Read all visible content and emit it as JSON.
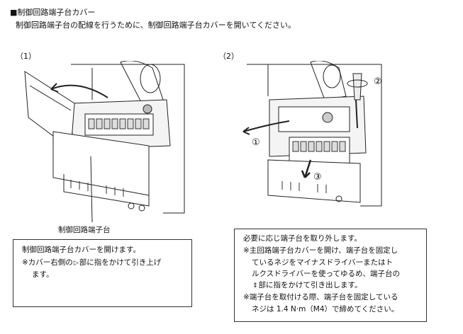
{
  "section": {
    "title": "■制御回路端子台カバー",
    "description": "制御回路端子台の配線を行うために、制御回路端子台カバーを開いてください。"
  },
  "steps": [
    {
      "label": "（1）"
    },
    {
      "label": "（2）"
    }
  ],
  "figure1": {
    "callout": "制御回路端子台"
  },
  "figure2": {
    "marker_1": "①",
    "marker_2": "②",
    "marker_3": "③"
  },
  "box1": {
    "line1": "制御回路端子台カバーを開けます。",
    "line2_a": "※カバー右側の",
    "line2_b": "部に指をかけて引き上げ",
    "line3": "ます。"
  },
  "box2": {
    "line1": "必要に応じ端子台を取り外します。",
    "line2": "※主回路端子台カバーを開け、端子台を固定し",
    "line3": "ているネジをマイナスドライバーまたはト",
    "line4": "ルクスドライバーを使ってゆるめ、端子台の",
    "line5_b": "部に指をかけて引き出します。",
    "line6": "※端子台を取付ける際、端子台を固定している",
    "line7": "ネジは 1.4 N·m（M4）で締めてください。"
  },
  "icons": {
    "finger_mark": "triangle-mark-icon",
    "updown_mark": "updown-arrow-mark-icon"
  }
}
